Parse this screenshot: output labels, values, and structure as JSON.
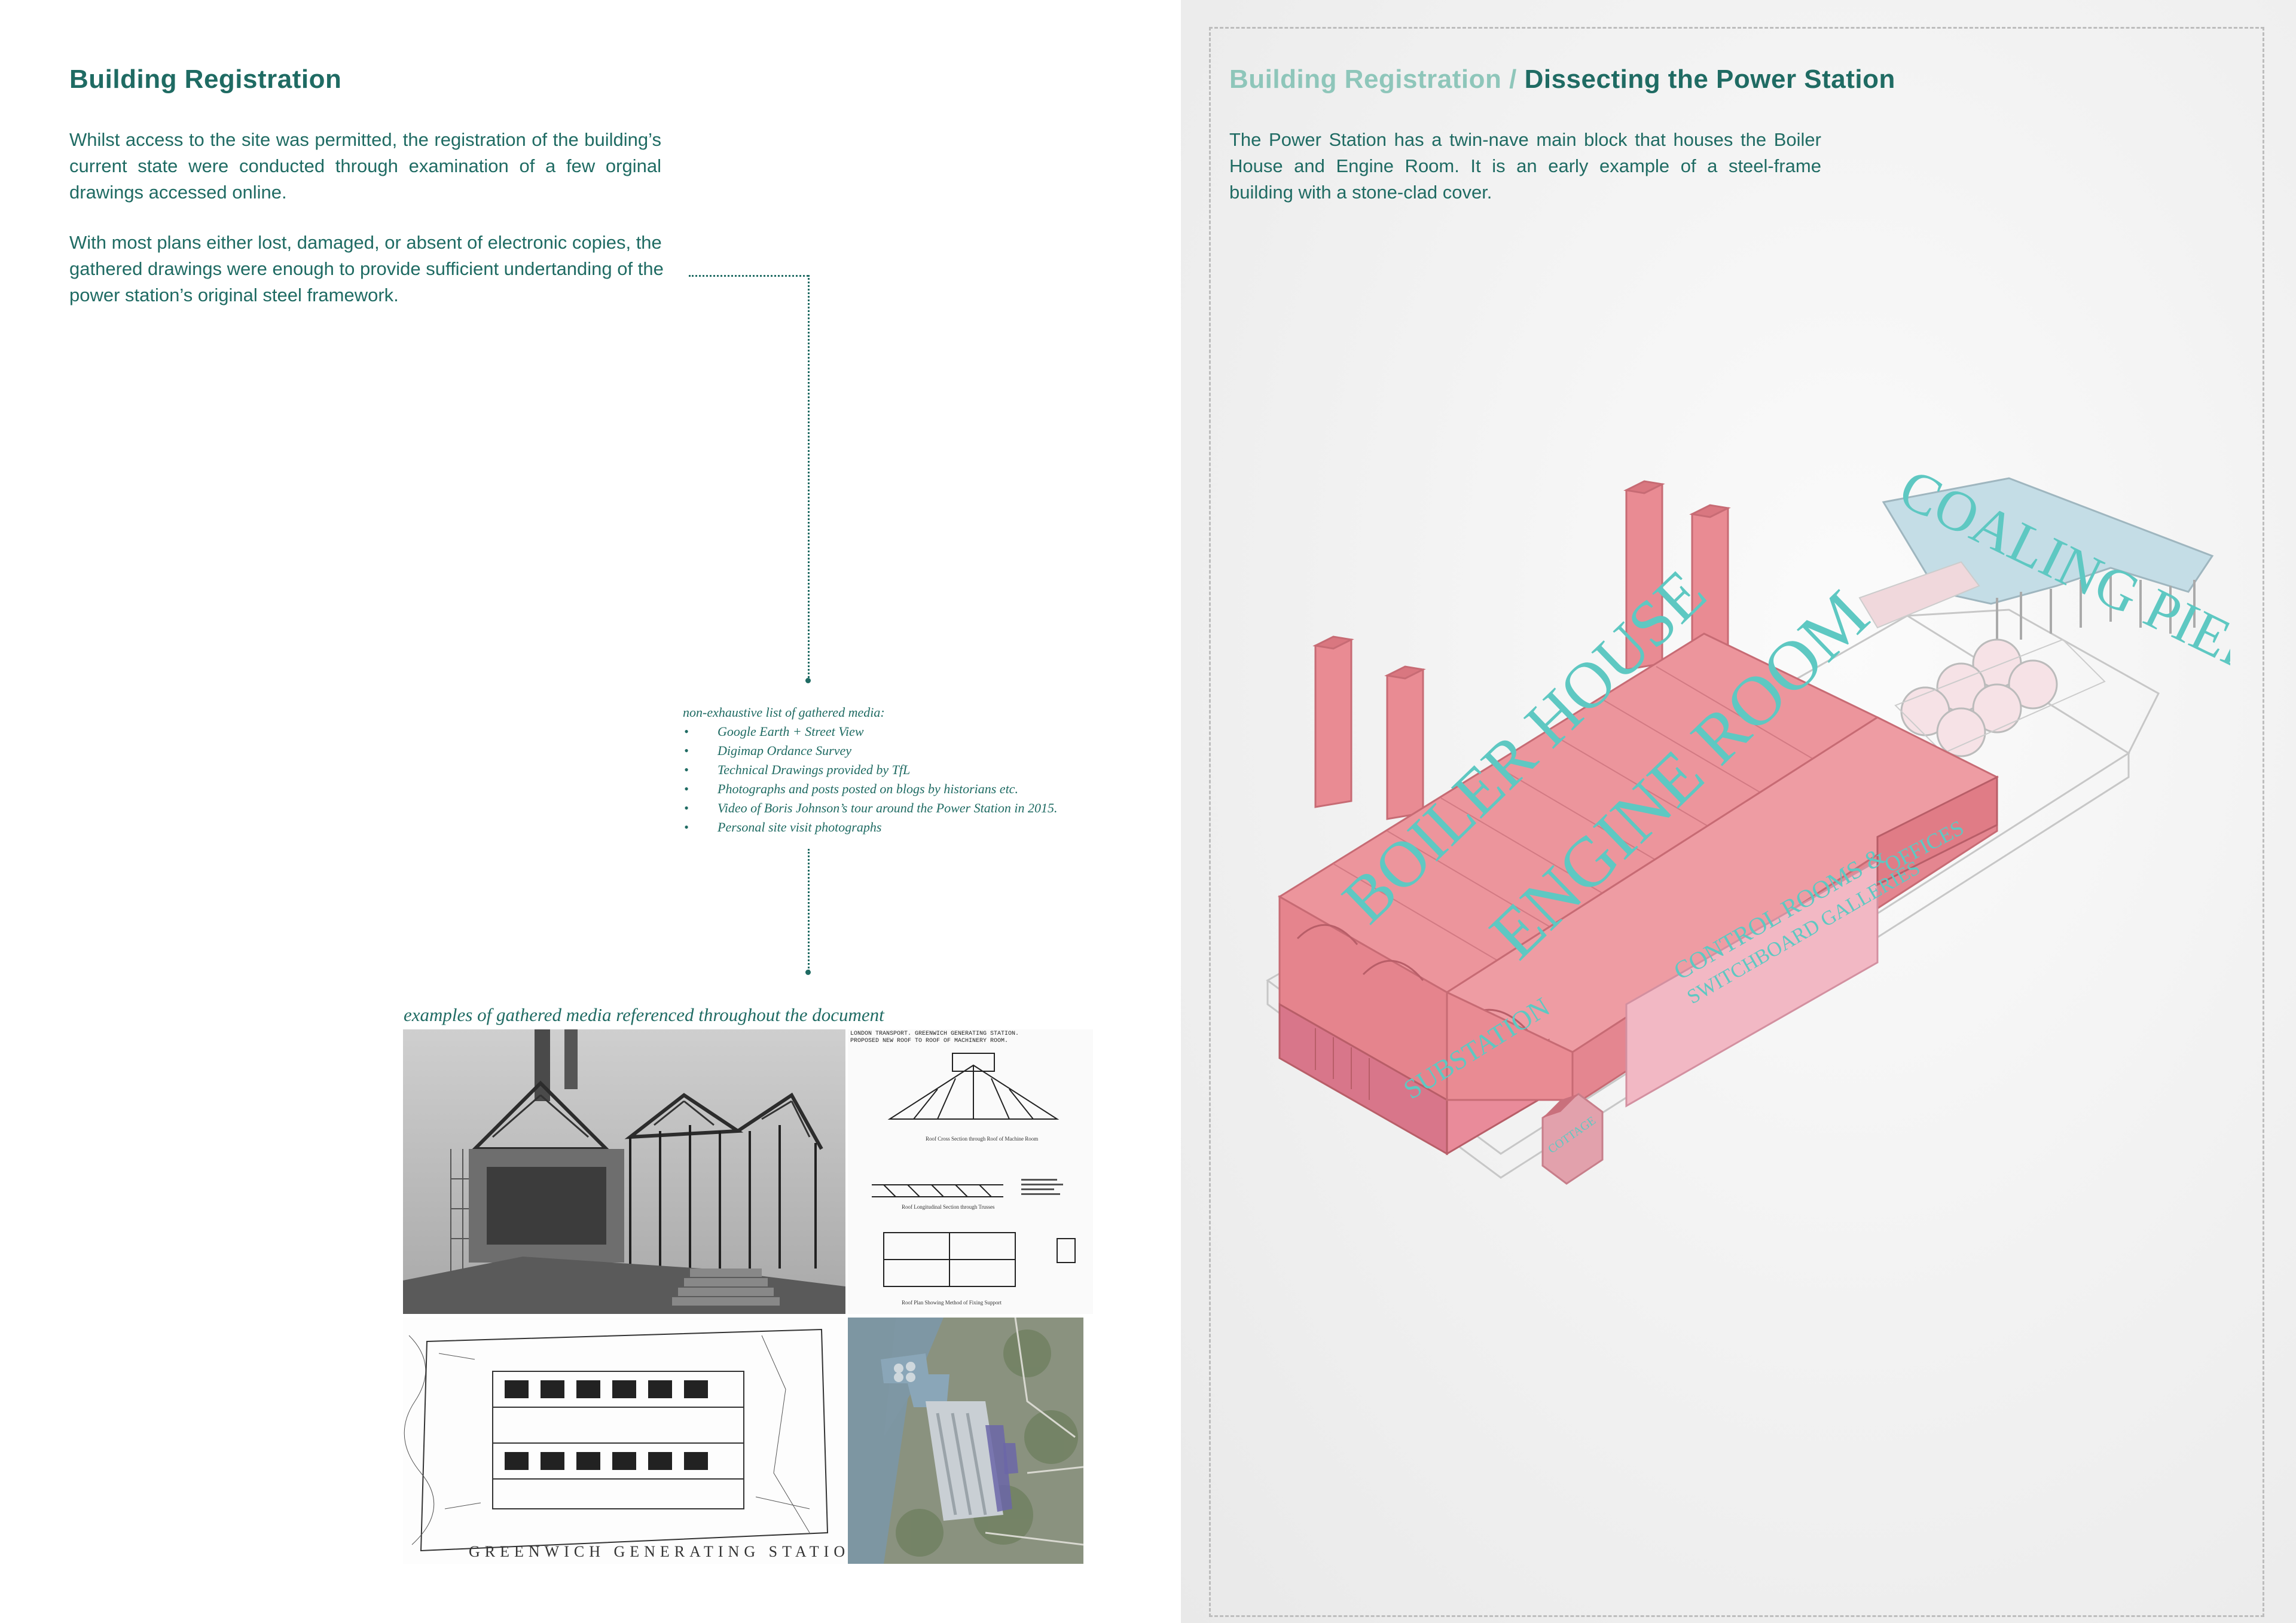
{
  "left": {
    "heading": "Building Registration",
    "para1": "Whilst access to the site was permitted, the registration of the building’s current state were conducted through examination of  a few orginal drawings accessed online.",
    "para2": "With most plans either lost, damaged, or absent of electronic copies, the gathered drawings were enough to provide sufficient undertanding of the power station’s original steel framework.",
    "media_list_title": "non-exhaustive list of gathered media:",
    "media_list": [
      "Google Earth + Street View",
      "Digimap Ordance Survey",
      "Technical Drawings provided by TfL",
      "Photographs and posts posted on blogs by historians etc.",
      "Video of Boris Johnson’s tour around the Power Station in 2015.",
      "Personal site visit photographs"
    ],
    "caption": "examples of gathered media referenced throughout the document",
    "drawing_header": "LONDON TRANSPORT. GREENWICH GENERATING STATION. PROPOSED NEW ROOF TO ROOF OF MACHINERY ROOM.",
    "drawing_labels": [
      "Roof Cross Section through Roof of Machine Room",
      "Roof Longitudinal Section through Trusses",
      "Roof Plan Showing Method of Fixing Support"
    ],
    "plan_label": "GREENWICH GENERATING STATION"
  },
  "right": {
    "heading_light": "Building Registration /",
    "heading_dark": "Dissecting the Power Station",
    "para": "The Power Station has a twin-nave main block that houses the Boiler House and Engine Room.  It is an early example of a steel-frame building with a stone-clad cover.",
    "labels": {
      "boiler_house": "BOILER HOUSE",
      "engine_room": "ENGINE ROOM",
      "coaling_pier": "COALING PIER",
      "control_rooms": "CONTROL ROOMS &",
      "switchboard": "SWITCHBOARD GALLERIES",
      "substation": "SUBSTATION",
      "offices": "OFFICES",
      "cottage": "COTTAGE"
    }
  },
  "colors": {
    "accent": "#1f6b63",
    "accent_light": "#8ec6ba",
    "building_pink": "#e98b93",
    "building_light_pink": "#f2b8c4",
    "label_teal": "#5ec8c2",
    "pier_blue": "#c4dde6"
  }
}
